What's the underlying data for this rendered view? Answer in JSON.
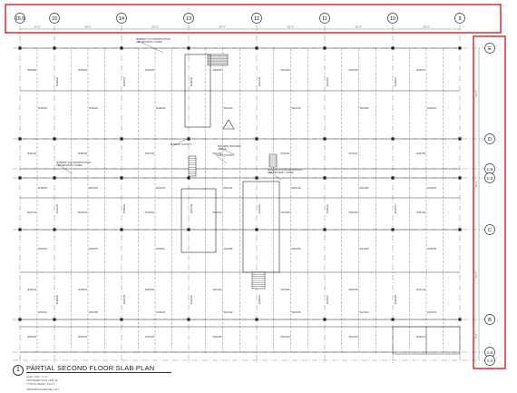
{
  "title": {
    "number": "1",
    "text": "PARTIAL SECOND FLOOR SLAB PLAN",
    "scale": "Scale:  3/32\" = 1'-0\"",
    "note1": "TRANSFER SLAB  |  SIM. 5F",
    "note2": "TYPICAL BEAM  |  1/S-6.1",
    "note3": "INFORMATION/PANEL-LIST"
  },
  "grid_columns": [
    "15.5",
    "15",
    "14",
    "13",
    "12",
    "11",
    "10",
    "9"
  ],
  "grid_rows": [
    "E",
    "D",
    "C.6",
    "C.5",
    "C",
    "B",
    "A.5",
    "A.3"
  ],
  "column_dimensions": [
    "16'-6\"",
    "30'-0\"",
    "30'-0\"",
    "30'-0\"",
    "30'-0\"",
    "30'-0\"",
    "30'-0\""
  ],
  "row_dimensions": [
    "26'-0\"",
    "42'-0\"",
    "40'-0\"",
    "6'-0\""
  ],
  "callouts": [
    "MOMENT & PLATFORM POSTS\nSEE ABOVE BY OTHER",
    "MOMENT & POSTS",
    "BUILDING MASONRY\nLINE (E)",
    "SLAB TO POSTS",
    "MOMENT & PLATFORM POSTS\nSEE ABOVE BY OTHER",
    "MOMENT & PLATFORM POSTS\nSEE ABOVE BY OTHER"
  ],
  "beam_tags": [
    "W24X55",
    "W16X26",
    "W14X22",
    "W18X35",
    "W21X44",
    "W12X19",
    "W16X31",
    "W10X12"
  ],
  "colors": {
    "highlight": "#d62020",
    "linework": "#2a2a2a",
    "grid": "#8a8a8a"
  }
}
